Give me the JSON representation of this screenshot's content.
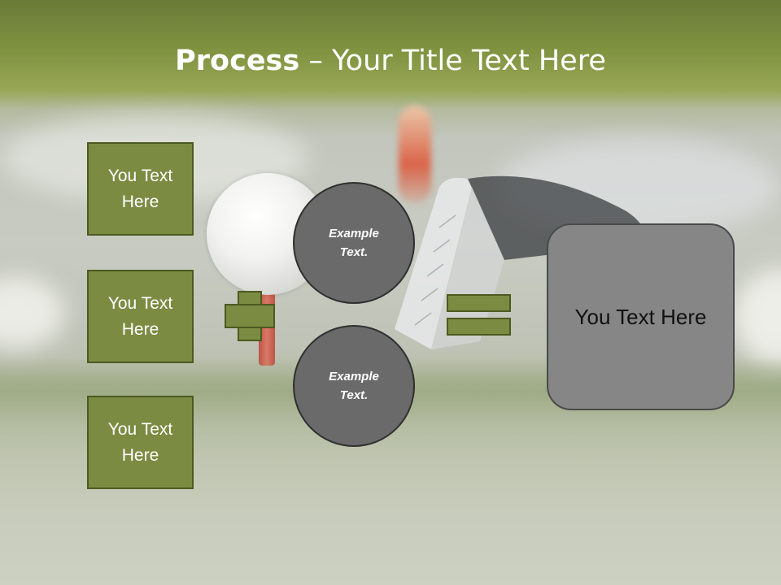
{
  "title": {
    "bold": "Process",
    "rest": " – Your Title Text Here"
  },
  "boxes": [
    {
      "label": "You Text Here"
    },
    {
      "label": "You Text Here"
    },
    {
      "label": "You Text Here"
    }
  ],
  "circles": [
    {
      "label": "Example Text."
    },
    {
      "label": "Example Text."
    }
  ],
  "result": {
    "label": "You Text Here"
  },
  "colors": {
    "accent_green": "#7b8b42",
    "accent_border": "#4c5a20",
    "circle_fill": "#6a6a6a",
    "result_fill": "#868686"
  },
  "icons": {
    "plus": "plus-icon",
    "equals": "equals-icon"
  }
}
